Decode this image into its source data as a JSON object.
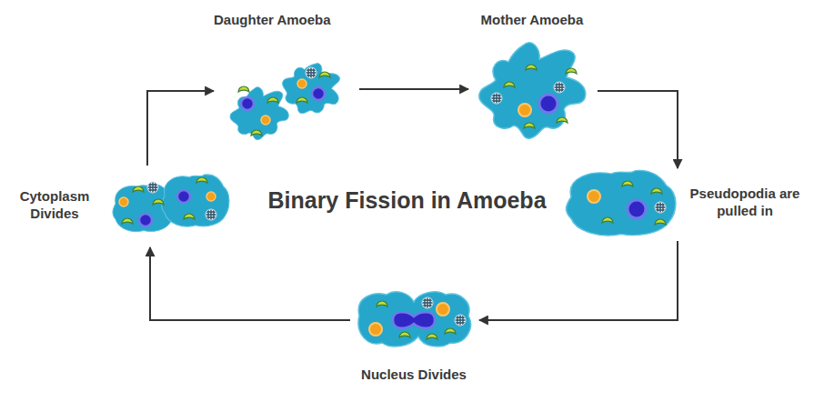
{
  "diagram": {
    "title": "Binary Fission in Amoeba",
    "nodes": [
      {
        "text": [
          "Daughter Amoeba"
        ]
      },
      {
        "text": [
          "Mother Amoeba"
        ]
      },
      {
        "text": [
          "Pseudopodia are pulled in"
        ]
      },
      {
        "text": [
          "Nucleus Divides"
        ]
      },
      {
        "text": [
          "Cytoplasm Divides"
        ]
      }
    ],
    "edges": [
      {
        "from": 0,
        "to": 1,
        "arrow": "to"
      },
      {
        "from": 1,
        "to": 2,
        "arrow": "to"
      },
      {
        "from": 2,
        "to": 3,
        "arrow": "to"
      },
      {
        "from": 3,
        "to": 4,
        "arrow": "to"
      },
      {
        "from": 4,
        "to": 0,
        "arrow": "to"
      }
    ]
  }
}
